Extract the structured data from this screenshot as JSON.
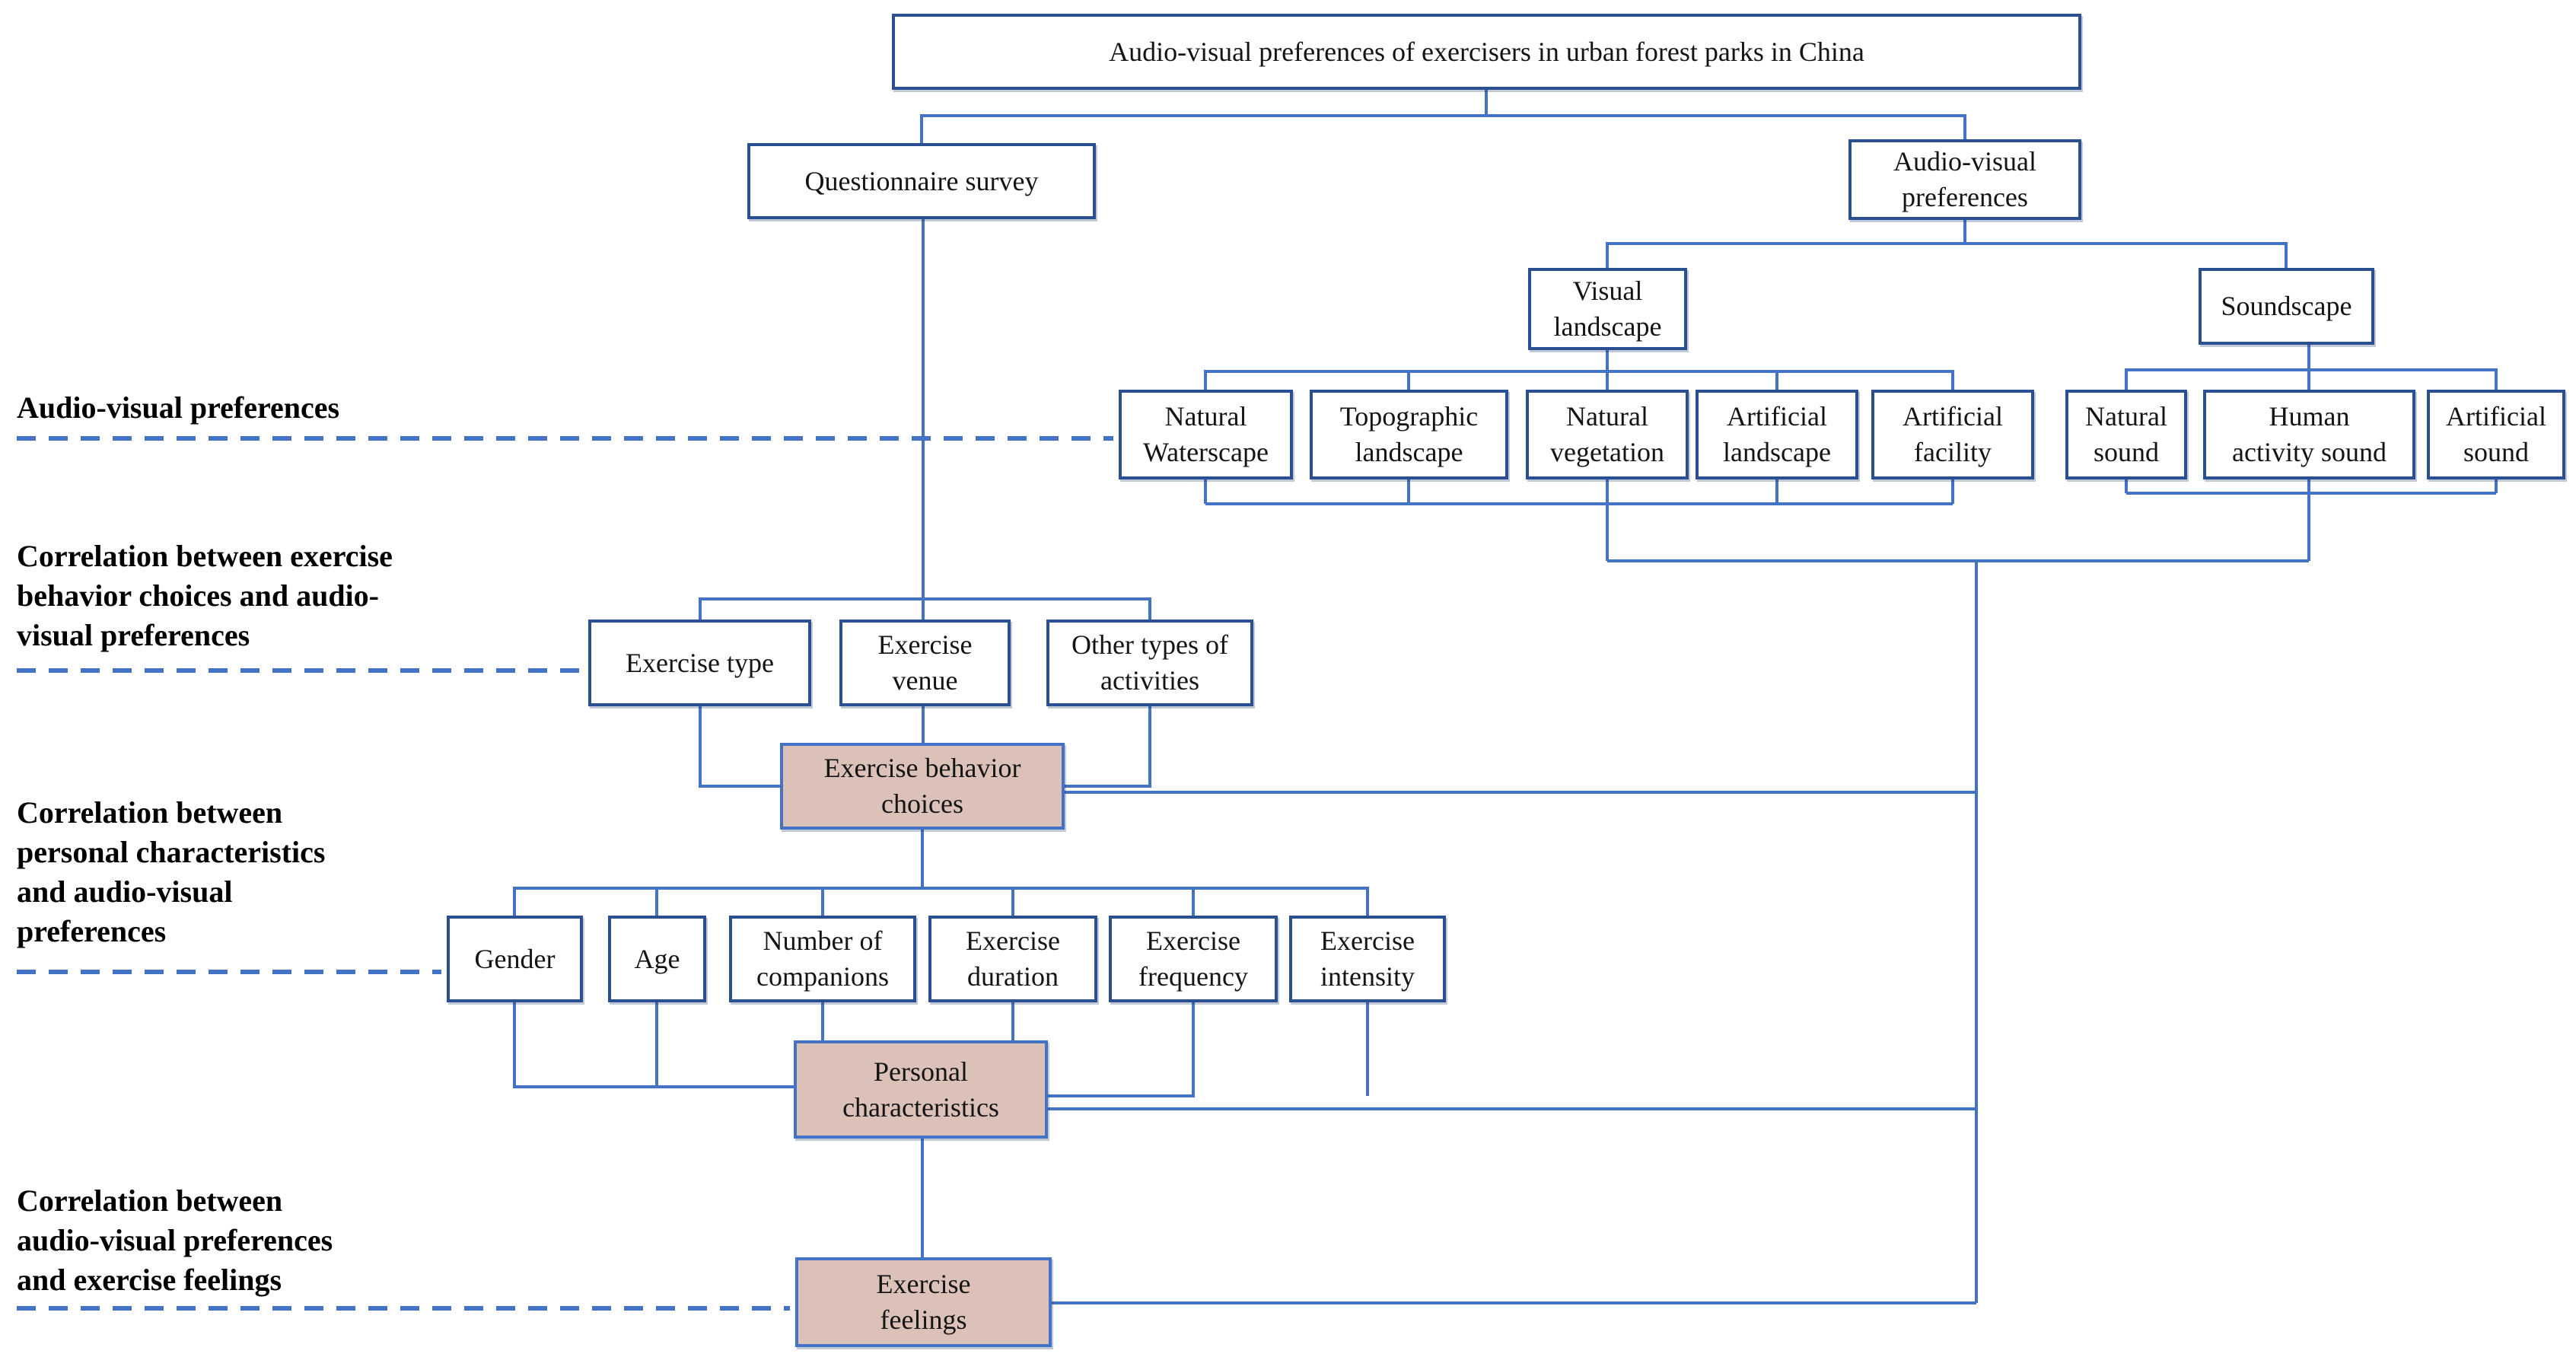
{
  "figure": {
    "type": "research-framework-flowchart",
    "title": "Audio-visual preferences of exercisers in urban forest parks in China"
  },
  "nodes": {
    "title": {
      "label": "Audio-visual preferences of exercisers in urban forest parks in China"
    },
    "questionnaire": {
      "label": "Questionnaire survey"
    },
    "audio_visual_preferences": {
      "label": "Audio-visual\npreferences"
    },
    "visual_landscape": {
      "label": "Visual\nlandscape"
    },
    "soundscape": {
      "label": "Soundscape"
    },
    "natural_waterscape": {
      "label": "Natural\nWaterscape"
    },
    "topographic_landscape": {
      "label": "Topographic\nlandscape"
    },
    "natural_vegetation": {
      "label": "Natural\nvegetation"
    },
    "artificial_landscape": {
      "label": "Artificial\nlandscape"
    },
    "artificial_facility": {
      "label": "Artificial\nfacility"
    },
    "natural_sound": {
      "label": "Natural\nsound"
    },
    "human_activity_sound": {
      "label": "Human\nactivity sound"
    },
    "artificial_sound": {
      "label": "Artificial\nsound"
    },
    "exercise_type": {
      "label": "Exercise type"
    },
    "exercise_venue": {
      "label": "Exercise\nvenue"
    },
    "other_types_of_activities": {
      "label": "Other types of\nactivities"
    },
    "exercise_behavior_choices": {
      "label": "Exercise behavior\nchoices"
    },
    "gender": {
      "label": "Gender"
    },
    "age": {
      "label": "Age"
    },
    "number_of_companions": {
      "label": "Number of\ncompanions"
    },
    "exercise_duration": {
      "label": "Exercise\nduration"
    },
    "exercise_frequency": {
      "label": "Exercise\nfrequency"
    },
    "exercise_intensity": {
      "label": "Exercise\nintensity"
    },
    "personal_characteristics": {
      "label": "Personal\ncharacteristics"
    },
    "exercise_feelings": {
      "label": "Exercise\nfeelings"
    }
  },
  "side_labels": {
    "audio_visual_preferences": "Audio-visual preferences",
    "behavior_correlation": "Correlation between exercise\nbehavior choices  and audio-\nvisual preferences",
    "personal_correlation": "Correlation between\npersonal characteristics\nand audio-visual\npreferences",
    "feelings_correlation": "Correlation between\naudio-visual preferences\nand exercise feelings"
  },
  "colors": {
    "connector_blue": "#4472C4",
    "box_border_blue": "#2A4F92",
    "filled_box_fill": "#DCC1B8",
    "filled_box_border": "#4472C4",
    "text_color": "#141414",
    "background": "#FFFFFF"
  }
}
